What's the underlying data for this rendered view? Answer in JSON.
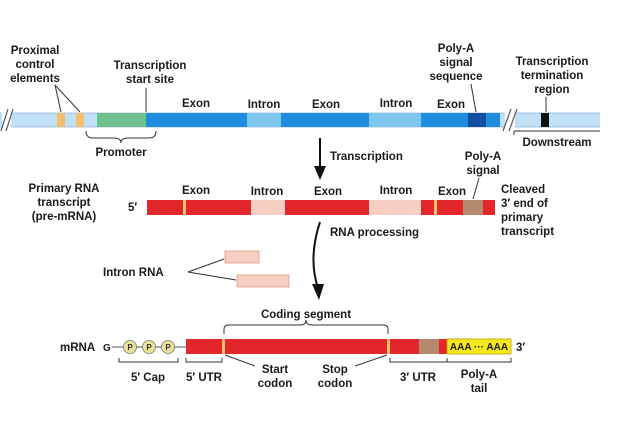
{
  "dna": {
    "proximal_control_1": "Proximal",
    "proximal_control_2": "control",
    "proximal_control_3": "elements",
    "tss_1": "Transcription",
    "tss_2": "start site",
    "exon1": "Exon",
    "intron1": "Intron",
    "exon2": "Exon",
    "intron2": "Intron",
    "exon3": "Exon",
    "polya_seq_1": "Poly-A",
    "polya_seq_2": "signal",
    "polya_seq_3": "sequence",
    "term_1": "Transcription",
    "term_2": "termination",
    "term_3": "region",
    "promoter": "Promoter",
    "downstream": "Downstream"
  },
  "transcription_step": "Transcription",
  "pre_mrna": {
    "name_1": "Primary RNA",
    "name_2": "transcript",
    "name_3": "(pre-mRNA)",
    "five_prime": "5′",
    "exon1": "Exon",
    "intron1": "Intron",
    "exon2": "Exon",
    "intron2": "Intron",
    "exon3": "Exon",
    "polya_signal_1": "Poly-A",
    "polya_signal_2": "signal",
    "cleaved_1": "Cleaved",
    "cleaved_2": "3′ end of",
    "cleaved_3": "primary",
    "cleaved_4": "transcript"
  },
  "processing_step": "RNA processing",
  "intron_rna": "Intron RNA",
  "mrna": {
    "name": "mRNA",
    "g": "G",
    "p": "P",
    "coding_segment": "Coding segment",
    "polya_text": "AAA ··· AAA",
    "three_prime": "3′",
    "five_cap": "5′ Cap",
    "five_utr": "5′ UTR",
    "start_1": "Start",
    "start_2": "codon",
    "stop_1": "Stop",
    "stop_2": "codon",
    "three_utr": "3′ UTR",
    "polya_tail_1": "Poly-A",
    "polya_tail_2": "tail"
  },
  "colors": {
    "dna_light": "#bfe0f6",
    "dna_exon": "#1e8fe0",
    "dna_intron": "#7fc6ee",
    "dna_polya": "#0f4f9e",
    "proximal": "#f2c06b",
    "promoter": "#6fbf8f",
    "rna_exon": "#e3262b",
    "rna_intron": "#f7cfc2",
    "polya_signal": "#b48a6e",
    "polya_tail": "#f6e61c",
    "cap_circle": "#e8e29a"
  }
}
